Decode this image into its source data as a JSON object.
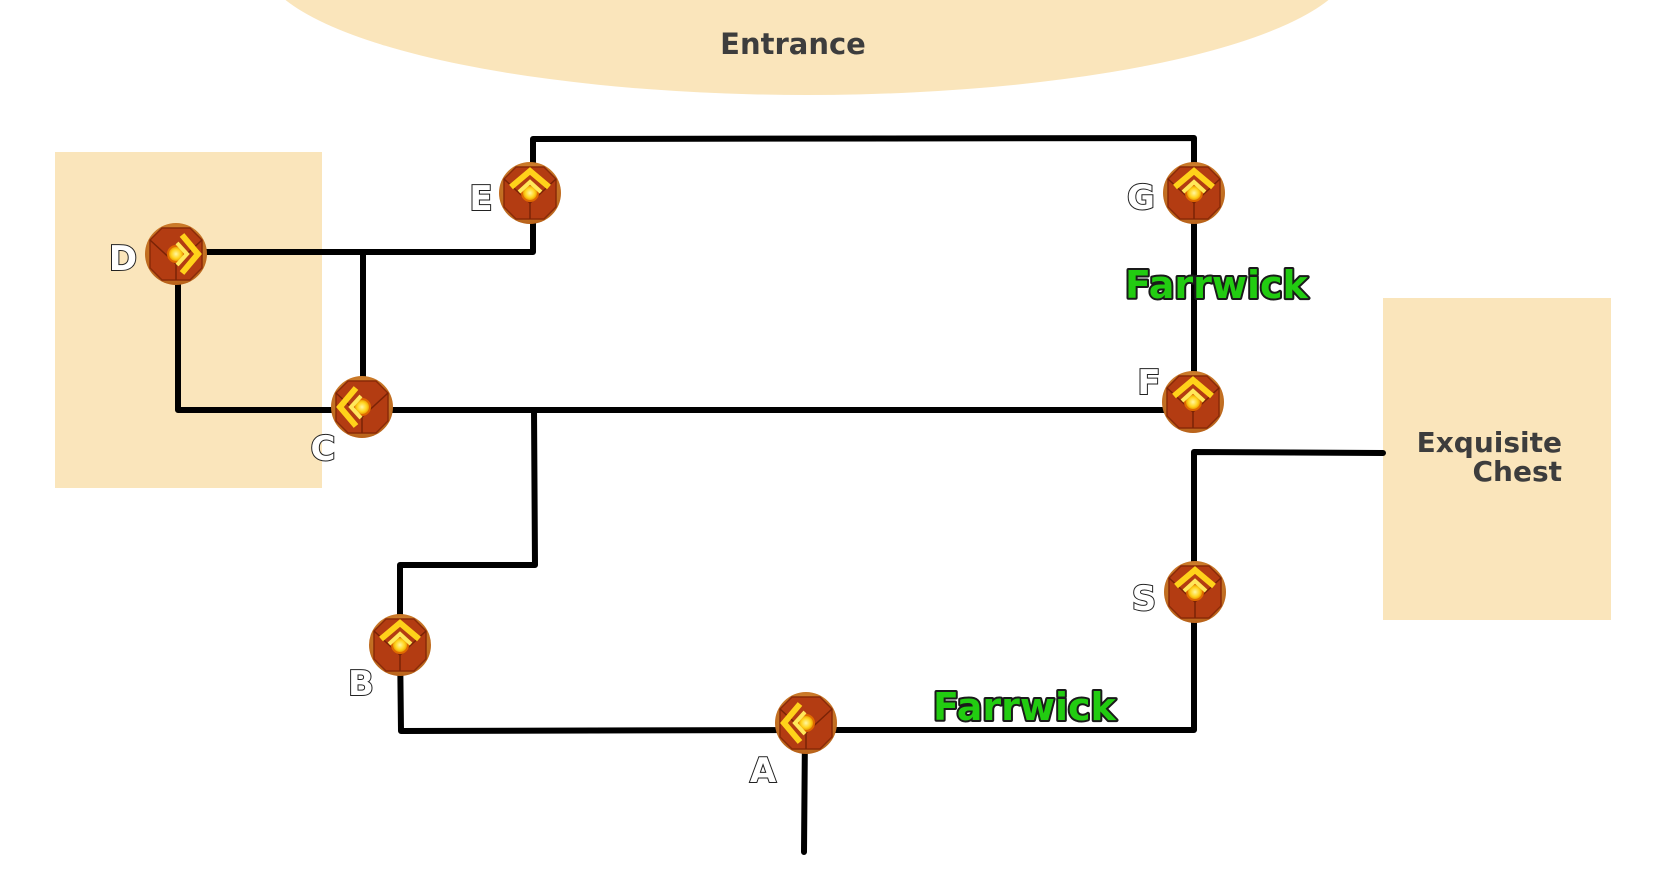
{
  "colors": {
    "area_fill": "#fae5bb",
    "path": "#000000",
    "label_green": "#22cc11",
    "area_text": "#3d3d3d",
    "node_outer": "#c8741e",
    "node_inner": "#b03a10",
    "node_glow": "#ffe033"
  },
  "areas": {
    "entrance": {
      "label": "Entrance"
    },
    "chest": {
      "label_line1": "Exquisite",
      "label_line2": "Chest"
    },
    "left_room": {
      "label": ""
    }
  },
  "regions": [
    {
      "label": "Farrwick"
    },
    {
      "label": "Farrwick"
    }
  ],
  "nodes": [
    {
      "id": "A",
      "label": "A",
      "icon": "arrow-left-node-icon"
    },
    {
      "id": "B",
      "label": "B",
      "icon": "arrow-up-node-icon"
    },
    {
      "id": "C",
      "label": "C",
      "icon": "arrow-left-node-icon"
    },
    {
      "id": "D",
      "label": "D",
      "icon": "arrow-right-node-icon"
    },
    {
      "id": "E",
      "label": "E",
      "icon": "arrow-up-node-icon"
    },
    {
      "id": "F",
      "label": "F",
      "icon": "arrow-up-node-icon"
    },
    {
      "id": "G",
      "label": "G",
      "icon": "arrow-up-node-icon"
    },
    {
      "id": "S",
      "label": "S",
      "icon": "arrow-up-node-icon"
    }
  ]
}
